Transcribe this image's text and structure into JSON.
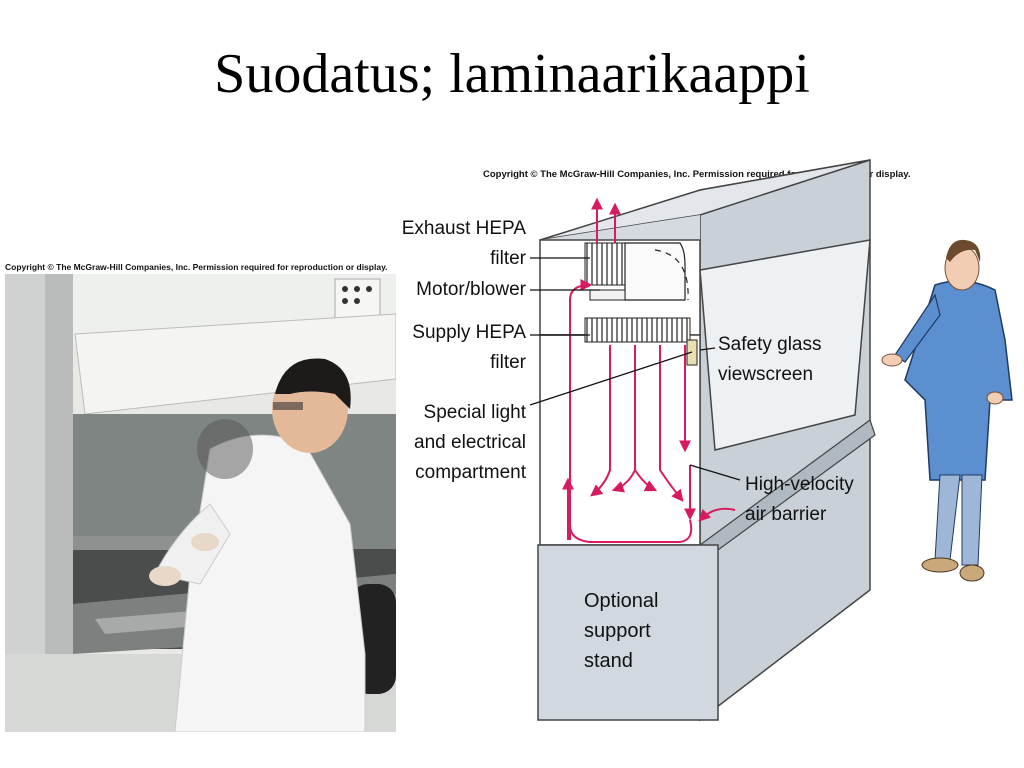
{
  "slide": {
    "title": "Suodatus; laminaarikaappi"
  },
  "photo": {
    "copyright": "Copyright © The McGraw-Hill Companies, Inc. Permission required for reproduction or display."
  },
  "diagram": {
    "copyright": "Copyright © The McGraw-Hill Companies, Inc. Permission required for reproduction or display.",
    "labels": {
      "exhaust_hepa_1": "Exhaust HEPA",
      "exhaust_hepa_2": "filter",
      "motor_blower": "Motor/blower",
      "supply_hepa_1": "Supply HEPA",
      "supply_hepa_2": "filter",
      "special_light_1": "Special light",
      "special_light_2": "and electrical",
      "special_light_3": "compartment",
      "safety_glass_1": "Safety glass",
      "safety_glass_2": "viewscreen",
      "air_barrier_1": "High-velocity",
      "air_barrier_2": "air barrier",
      "stand_1": "Optional",
      "stand_2": "support",
      "stand_3": "stand"
    },
    "colors": {
      "airflow": "#d81b60",
      "cabinet": "#dfe4ea",
      "lab_coat": "#5b8fcf"
    }
  }
}
